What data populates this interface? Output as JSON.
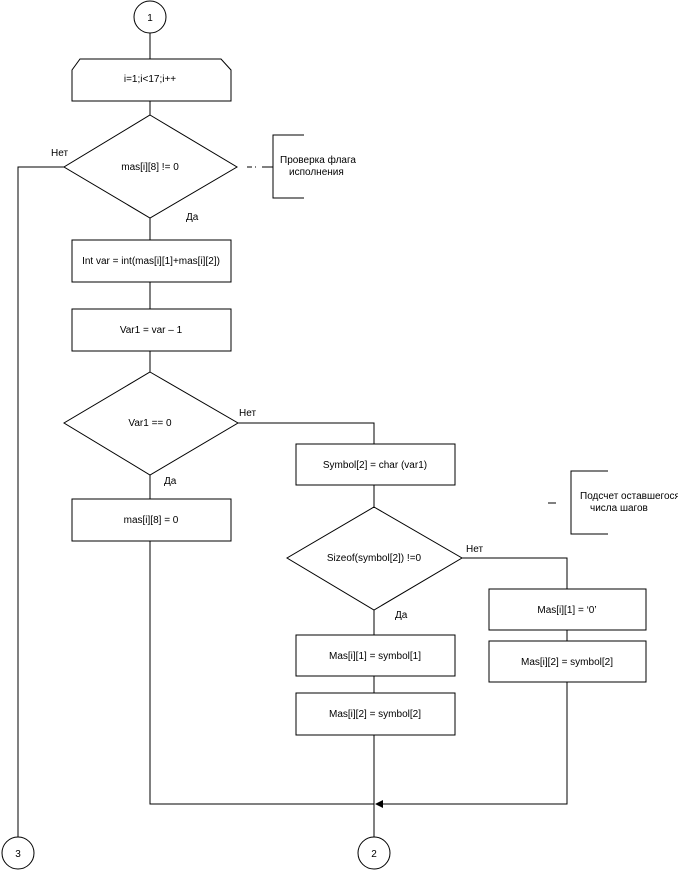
{
  "connectors": {
    "top": "1",
    "bottom_left": "3",
    "bottom_center": "2"
  },
  "loop": {
    "header": "i=1;i<17;i++"
  },
  "decisions": {
    "flag_check": "mas[i][8] != 0",
    "var1_check": "Var1 == 0",
    "sizeof_check": "Sizeof(symbol[2]) !=0"
  },
  "processes": {
    "int_var": "Int var = int(mas[i][1]+mas[i][2])",
    "var1_assign": "Var1 = var – 1",
    "mas_reset": "mas[i][8] = 0",
    "symbol_assign": "Symbol[2] = char (var1)",
    "mas1_symbol": "Mas[i][1] = symbol[1]",
    "mas2_symbol": "Mas[i][2] = symbol[2]",
    "mas1_zero": "Mas[i][1] = ‘0’",
    "mas2_symbol_right": "Mas[i][2] = symbol[2]"
  },
  "branch_labels": {
    "no_flag": "Нет",
    "yes_flag": "Да",
    "no_var1": "Нет",
    "yes_var1": "Да",
    "no_sizeof": "Нет",
    "yes_sizeof": "Да"
  },
  "comments": {
    "flag_comment_line1": "Проверка флага",
    "flag_comment_line2": "исполнения",
    "steps_comment_line1": "Подсчет оставшегося",
    "steps_comment_line2": "числа шагов"
  }
}
